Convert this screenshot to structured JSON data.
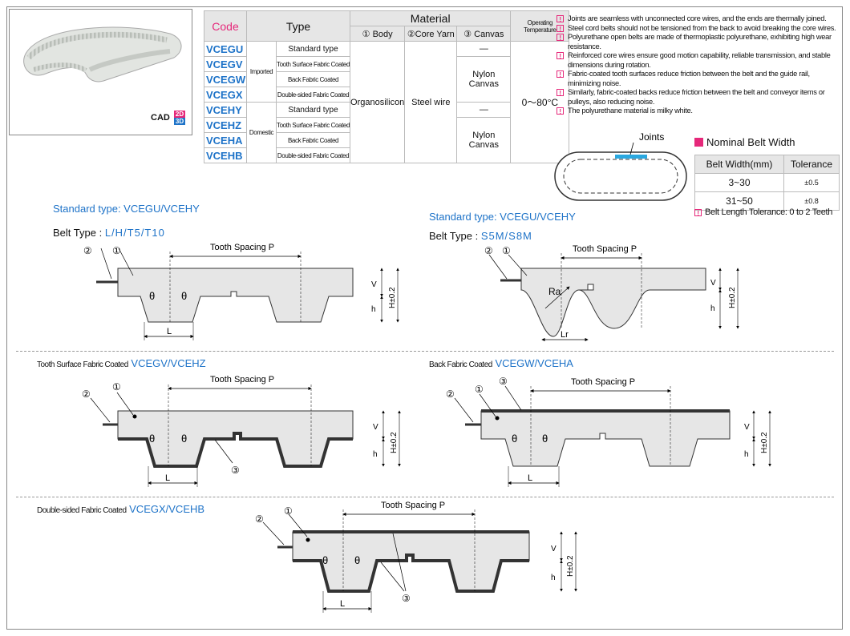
{
  "spec_table": {
    "code_header": "Code",
    "type_header": "Type",
    "material_header": "Material",
    "material_cols": [
      "① Body",
      "②Core Yarn",
      "③ Canvas"
    ],
    "temp_header": "Operating Temperature",
    "codes": [
      "VCEGU",
      "VCEGV",
      "VCEGW",
      "VCEGX",
      "VCEHY",
      "VCEHZ",
      "VCEHA",
      "VCEHB"
    ],
    "origins": [
      "Imported",
      "Domestic"
    ],
    "types": [
      "Standard type",
      "Tooth Surface Fabric Coated",
      "Back Fabric Coated",
      "Double-sided Fabric Coated",
      "Standard type",
      "Tooth Surface Fabric Coated",
      "Back Fabric Coated",
      "Double-sided Fabric Coated"
    ],
    "body": "Organosilicon",
    "core_yarn": "Steel wire",
    "canvas_dash": "—",
    "canvas": "Nylon Canvas",
    "temperature": "0～80°C"
  },
  "cad": {
    "label": "CAD",
    "tag_2d": "2D",
    "tag_3d": "3D"
  },
  "notes": [
    "Joints are seamless with unconnected core wires, and the ends are thermally joined.",
    "Steel cord belts should not be tensioned from the back to avoid breaking the core wires.",
    "Polyurethane open belts are made of thermoplastic polyurethane, exhibiting high wear resistance.",
    "Reinforced core wires ensure good motion capability, reliable transmission, and stable dimensions during rotation.",
    "Fabric-coated tooth surfaces reduce friction between the belt and the guide rail, minimizing noise.",
    "Similarly, fabric-coated backs reduce friction between the belt and conveyor items or pulleys, also reducing noise.",
    "The polyurethane material is milky white."
  ],
  "joints_label": "Joints",
  "nominal": {
    "title": "Nominal Belt Width",
    "col_width": "Belt Width(mm)",
    "col_tol": "Tolerance",
    "rows": [
      {
        "width": "3~30",
        "tol": "±0.5"
      },
      {
        "width": "31~50",
        "tol": "±0.8"
      }
    ],
    "length_tolerance": "Belt Length Tolerance: 0 to 2 Teeth"
  },
  "sections": {
    "s1_title": "Standard type: VCEGU/VCEHY",
    "s2_title": "Standard type: VCEGU/VCEHY",
    "belt_type_label": "Belt Type :",
    "s1_belt_type": "L/H/T5/T10",
    "s2_belt_type": "S5M/S8M",
    "s3_prefix": "Tooth Surface Fabric Coated",
    "s3_title": "VCEGV/VCEHZ",
    "s4_prefix": "Back Fabric Coated",
    "s4_title": "VCEGW/VCEHA",
    "s5_prefix": "Double-sided Fabric Coated",
    "s5_title": "VCEGX/VCEHB"
  },
  "dims": {
    "tooth_spacing": "Tooth Spacing P",
    "theta": "θ",
    "L": "L",
    "Lr": "Lr",
    "Ra": "Ra",
    "V": "V",
    "h": "h",
    "H": "H±0.2",
    "m1": "①",
    "m2": "②",
    "m3": "③"
  },
  "colors": {
    "accent_pink": "#e6287a",
    "accent_blue": "#1e73c8",
    "belt_fill": "#e6e6e6",
    "joint_blue": "#2aa8e0"
  }
}
